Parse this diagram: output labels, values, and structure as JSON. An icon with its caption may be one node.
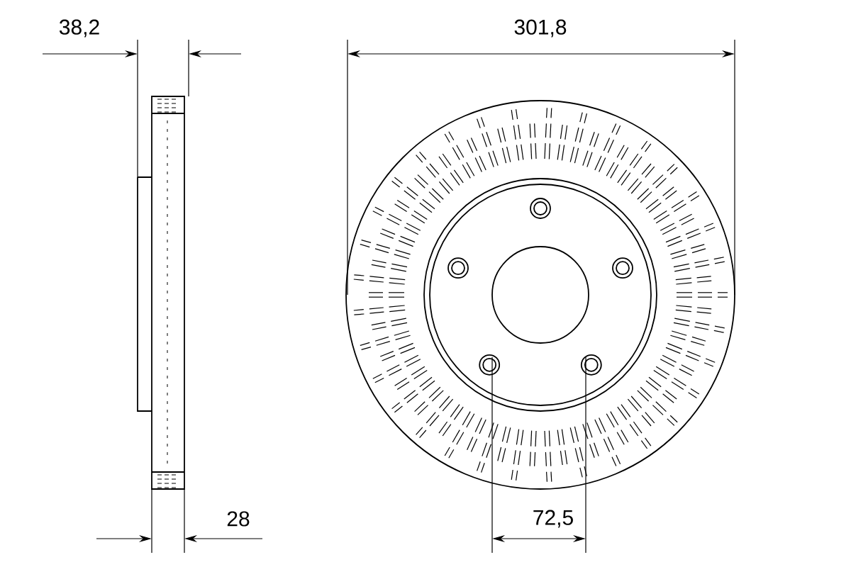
{
  "diagram": {
    "labels": [
      "38,2",
      "301,8",
      "28",
      "72,5"
    ]
  }
}
